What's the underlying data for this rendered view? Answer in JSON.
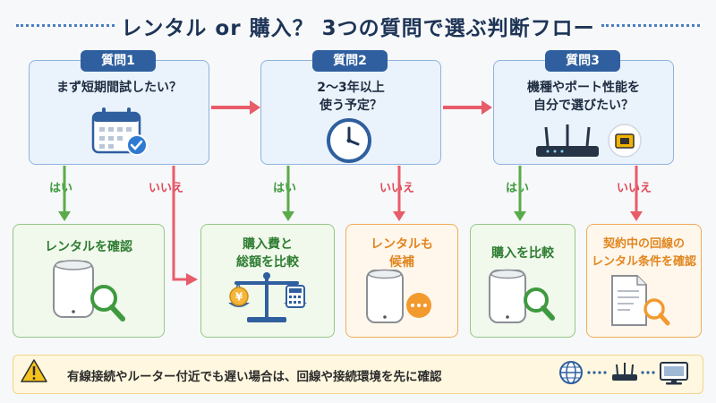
{
  "title": "レンタル or 購入？ 3つの質問で選ぶ判断フロー",
  "questions": [
    {
      "tab": "質問1",
      "text": "まず短期間試したい？"
    },
    {
      "tab": "質問2",
      "text": "2〜3年以上\n使う予定？"
    },
    {
      "tab": "質問3",
      "text": "機種やポート性能を\n自分で選びたい？"
    }
  ],
  "labels": {
    "yes": "はい",
    "no": "いいえ"
  },
  "results": [
    {
      "text": "レンタルを確認"
    },
    {
      "text": "購入費と\n総額を比較"
    },
    {
      "text": "レンタルも\n候補"
    },
    {
      "text": "購入を比較"
    },
    {
      "text": "契約中の回線の\nレンタル条件を確認"
    }
  ],
  "note": "有線接続やルーター付近でも遅い場合は、回線や接続環境を先に確認",
  "icons": [
    "calendar-check-icon",
    "clock-icon",
    "router-icon",
    "ethernet-port-icon",
    "wifi-router-icon",
    "magnifier-icon",
    "scale-icon",
    "yen-coin-icon",
    "calculator-icon",
    "more-dots-icon",
    "document-icon",
    "warning-icon",
    "globe-icon",
    "monitor-icon"
  ],
  "colors": {
    "primary": "#2f5f9e",
    "yes": "#3f9a3f",
    "no": "#e04a5a",
    "orange": "#e0861f"
  }
}
